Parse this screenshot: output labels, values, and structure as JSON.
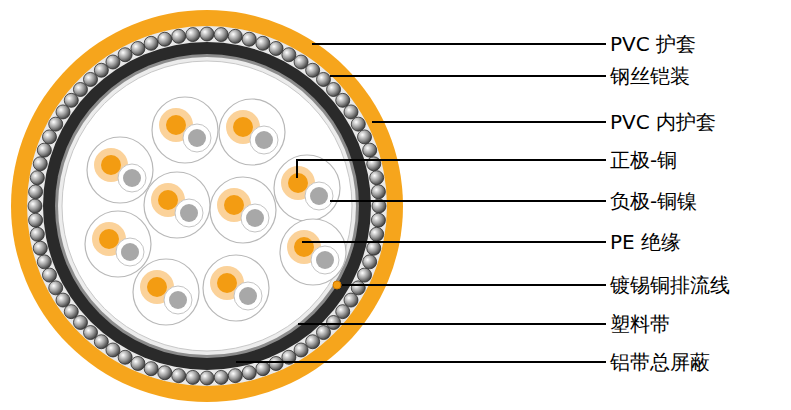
{
  "diagram": {
    "labels": [
      "PVC 护套",
      "钢丝铠装",
      "PVC 内护套",
      "正极-铜",
      "负极-铜镍",
      "PE 绝缘",
      "镀锡铜排流线",
      "塑料带",
      "铝带总屏蔽"
    ]
  }
}
